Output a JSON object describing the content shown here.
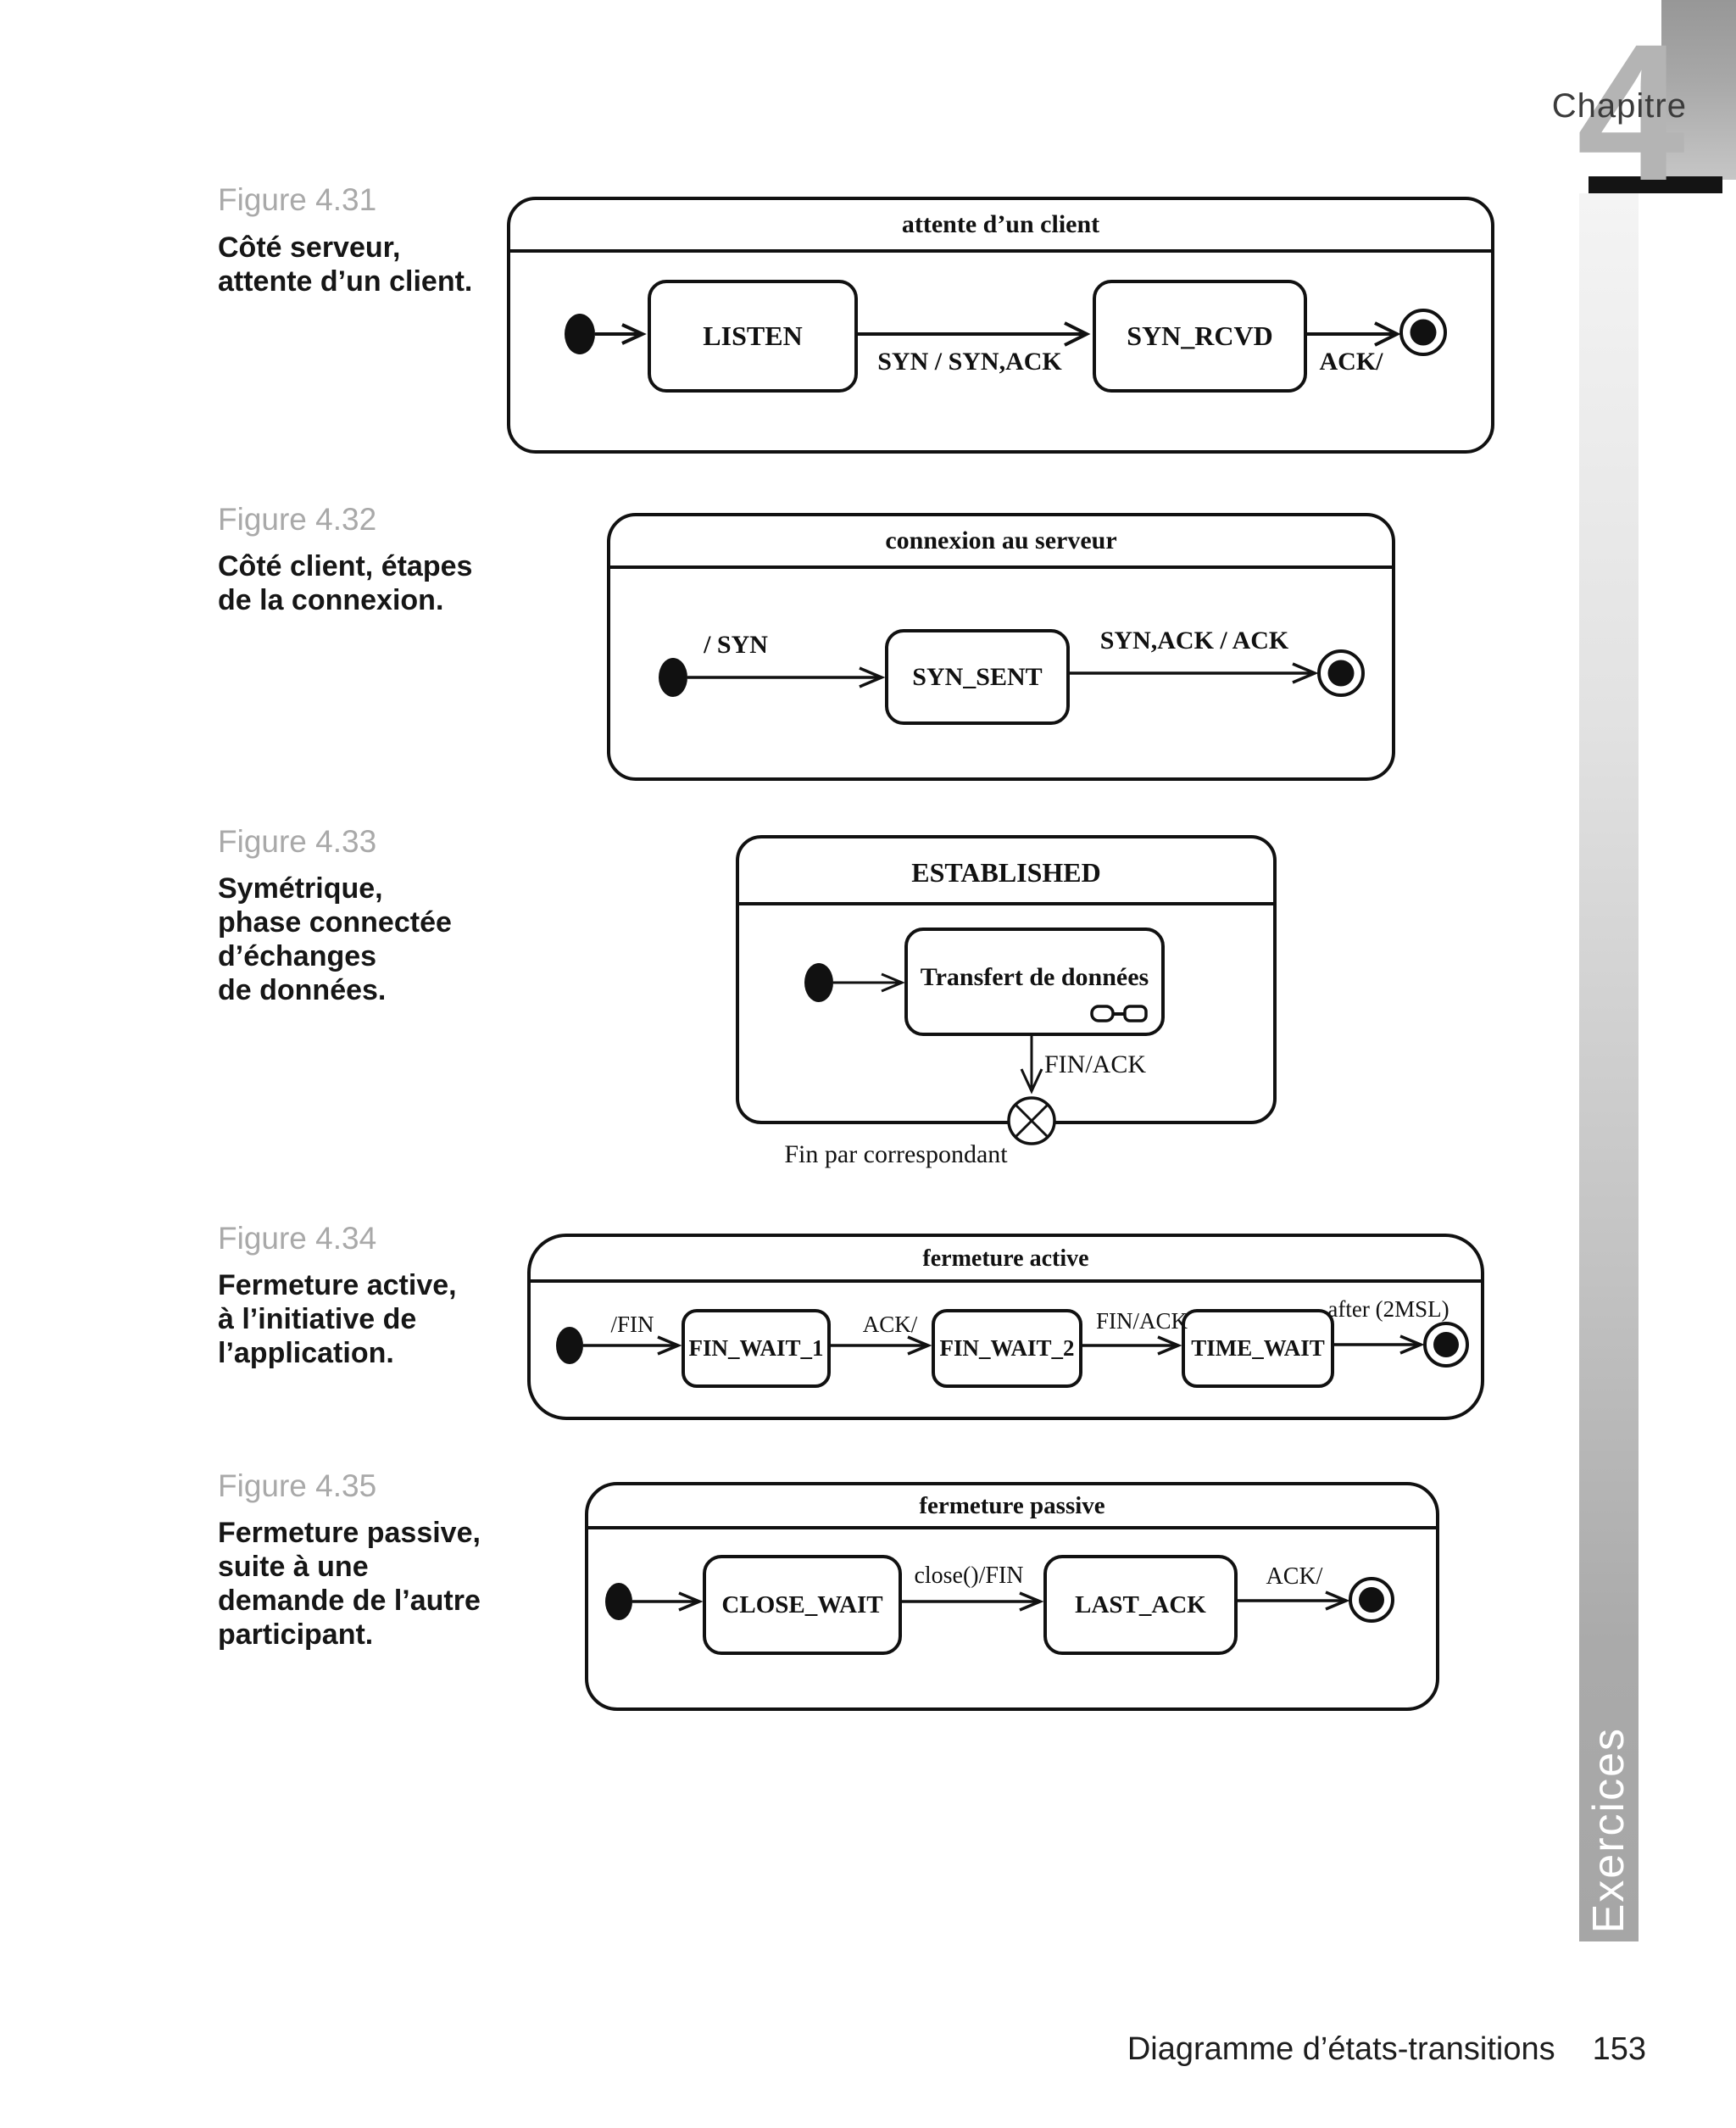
{
  "header": {
    "chapter_label": "Chapitre",
    "chapter_number": "4"
  },
  "sidebar": {
    "label": "Exercices"
  },
  "footer": {
    "title": "Diagramme d’états-transitions",
    "page_number": "153"
  },
  "colors": {
    "band_gray": "#a8a8a8",
    "figure_label_gray": "#a9a9a9",
    "ink": "#141414"
  },
  "figures": [
    {
      "label": "Figure 4.31",
      "caption_lines": [
        "Côté serveur,",
        "attente d’un client."
      ],
      "diagram": {
        "title": "attente d’un client",
        "states": [
          "LISTEN",
          "SYN_RCVD"
        ],
        "transition_labels": [
          "SYN / SYN,ACK",
          "ACK/"
        ]
      }
    },
    {
      "label": "Figure 4.32",
      "caption_lines": [
        "Côté client, étapes",
        "de la connexion."
      ],
      "diagram": {
        "title": "connexion au serveur",
        "states": [
          "SYN_SENT"
        ],
        "transition_labels": [
          "/ SYN",
          "SYN,ACK / ACK"
        ]
      }
    },
    {
      "label": "Figure 4.33",
      "caption_lines": [
        "Symétrique,",
        "phase connectée",
        "d’échanges",
        "de données."
      ],
      "diagram": {
        "title": "ESTABLISHED",
        "states": [
          "Transfert de données"
        ],
        "transition_labels": [
          "FIN/ACK"
        ],
        "exit_label": "Fin par correspondant"
      }
    },
    {
      "label": "Figure 4.34",
      "caption_lines": [
        "Fermeture active,",
        "à l’initiative de",
        "l’application."
      ],
      "diagram": {
        "title": "fermeture active",
        "states": [
          "FIN_WAIT_1",
          "FIN_WAIT_2",
          "TIME_WAIT"
        ],
        "transition_labels": [
          "/FIN",
          "ACK/",
          "FIN/ACK",
          "after (2MSL)"
        ]
      }
    },
    {
      "label": "Figure 4.35",
      "caption_lines": [
        "Fermeture passive,",
        "suite à une",
        "demande de l’autre",
        "participant."
      ],
      "diagram": {
        "title": "fermeture passive",
        "states": [
          "CLOSE_WAIT",
          "LAST_ACK"
        ],
        "transition_labels": [
          "close()/FIN",
          "ACK/"
        ]
      }
    }
  ]
}
